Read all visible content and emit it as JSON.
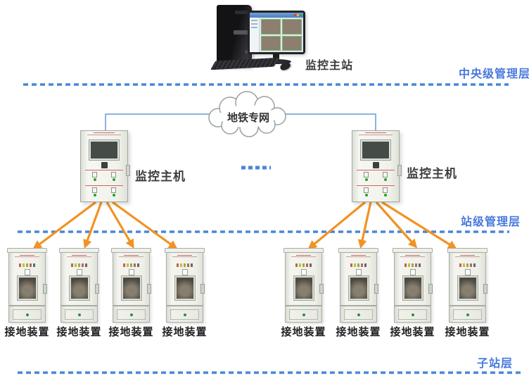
{
  "diagram": {
    "master_station": {
      "label": "监控主站"
    },
    "network_cloud": {
      "label": "地铁专网"
    },
    "layers": {
      "central": {
        "label": "中央级管理层"
      },
      "station": {
        "label": "站级管理层"
      },
      "substation": {
        "label": "子站层"
      }
    },
    "hosts": {
      "left": {
        "label": "监控主机"
      },
      "right": {
        "label": "监控主机"
      }
    },
    "devices": {
      "left": [
        "接地装置",
        "接地装置",
        "接地装置",
        "接地装置"
      ],
      "right": [
        "接地装置",
        "接地装置",
        "接地装置",
        "接地装置"
      ]
    },
    "colors": {
      "layer_label_blue": "#4a79dd",
      "dashed_line_blue": "#4a86d8",
      "connector_blue": "#8ab4dc",
      "arrow_orange": "#f29222",
      "device_label_dark": "#222222",
      "host_label_dark": "#3d3d3d"
    }
  }
}
